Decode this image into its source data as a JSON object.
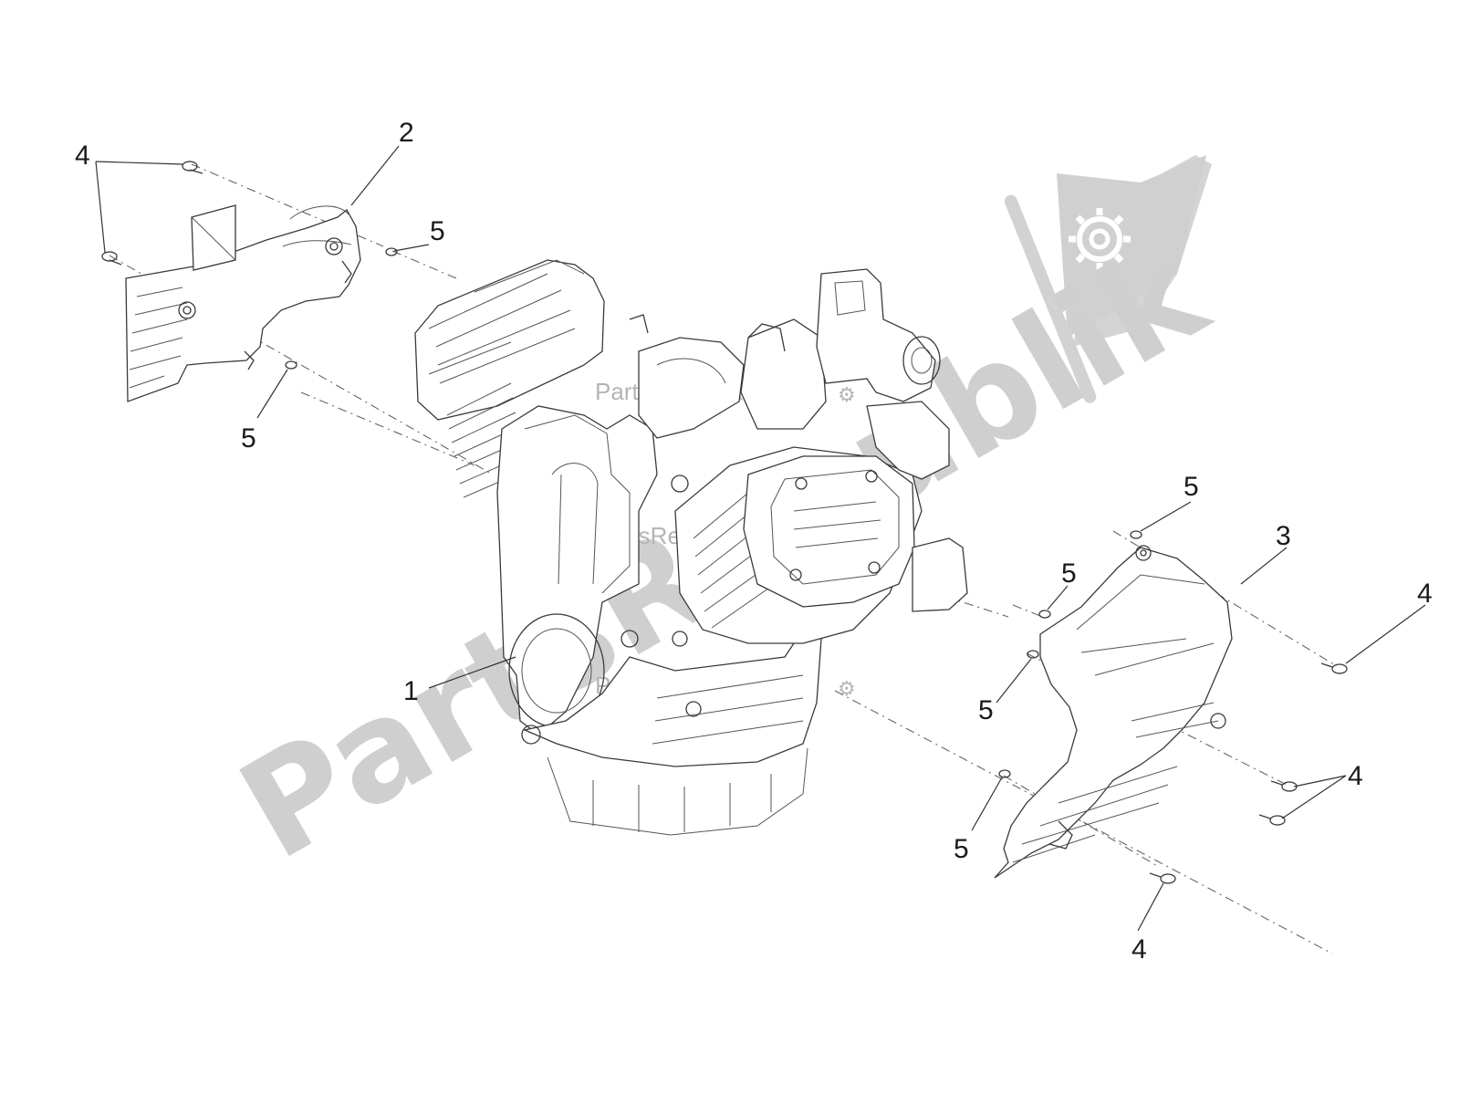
{
  "watermark": {
    "brand_large": "PartsRepublik",
    "brand_small": "PartsRepublik",
    "logo_icon": "gear-flag-icon",
    "color": "#cfcfcf"
  },
  "diagram": {
    "callouts": {
      "c1": "1",
      "c2": "2",
      "c3": "3",
      "c4_top_left": "4",
      "c4_right": "4",
      "c4_right_mid": "4",
      "c4_bottom": "4",
      "c5_top": "5",
      "c5_left": "5",
      "c5_right_top": "5",
      "c5_right_mid": "5",
      "c5_right_low": "5",
      "c5_bottom": "5"
    }
  }
}
